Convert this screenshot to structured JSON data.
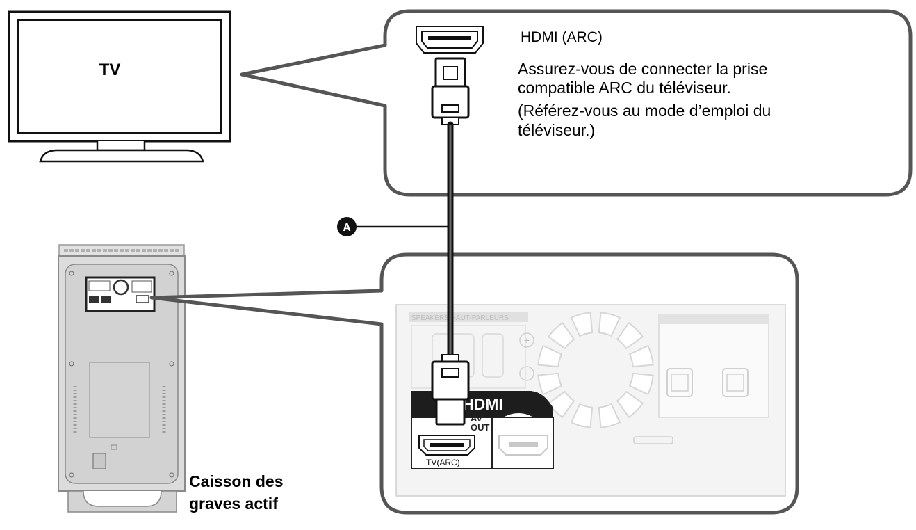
{
  "tv": {
    "label": "TV"
  },
  "hdmi_callout": {
    "title": "HDMI (ARC)",
    "desc_lines": [
      "Assurez-vous de connecter la prise",
      "compatible ARC du téléviseur.",
      "(Référez-vous au mode d’emploi du",
      "téléviseur.)"
    ]
  },
  "cable": {
    "marker": "A"
  },
  "subwoofer": {
    "label_lines": [
      "Caisson des",
      "graves actif"
    ]
  },
  "panel": {
    "speakers_label": "SPEAKERS HAUT-PARLEURS",
    "plus": "+",
    "minus": "−",
    "hdmi_label": "HDMI",
    "av_out_lines": [
      "AV",
      "OUT"
    ],
    "tv_arc_label": "TV(ARC)"
  },
  "colors": {
    "stroke": "#555555",
    "light_gray": "#d8d8d8",
    "panel_bg": "#f4f4f4"
  }
}
